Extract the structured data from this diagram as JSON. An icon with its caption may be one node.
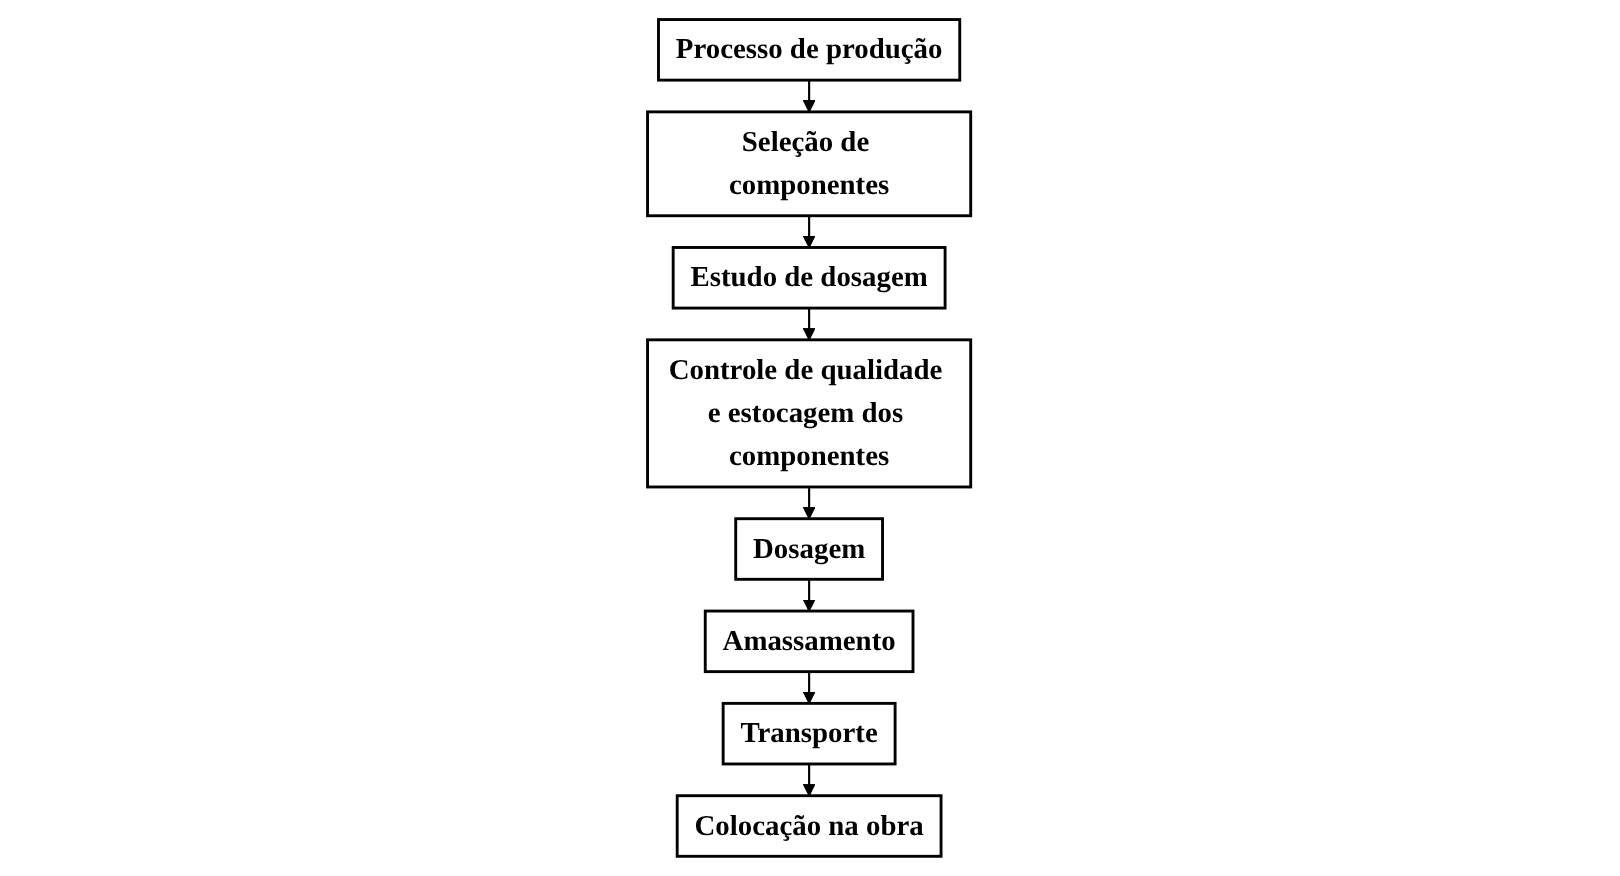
{
  "diagram": {
    "nodes": [
      {
        "text": [
          "Processo de produção"
        ]
      },
      {
        "text": [
          "Seleção de componentes"
        ]
      },
      {
        "text": [
          "Estudo de dosagem"
        ]
      },
      {
        "text": [
          "Controle de qualidade e estocagem dos componentes"
        ]
      },
      {
        "text": [
          "Dosagem"
        ]
      },
      {
        "text": [
          "Amassamento"
        ]
      },
      {
        "text": [
          "Transporte"
        ]
      },
      {
        "text": [
          "Colocação na obra"
        ]
      }
    ],
    "edges": [
      {
        "from": 0,
        "to": 1,
        "arrow": "to"
      },
      {
        "from": 1,
        "to": 2,
        "arrow": "to"
      },
      {
        "from": 2,
        "to": 3,
        "arrow": "to"
      },
      {
        "from": 3,
        "to": 4,
        "arrow": "to"
      },
      {
        "from": 4,
        "to": 5,
        "arrow": "to"
      },
      {
        "from": 5,
        "to": 6,
        "arrow": "to"
      },
      {
        "from": 6,
        "to": 7,
        "arrow": "to"
      }
    ]
  }
}
